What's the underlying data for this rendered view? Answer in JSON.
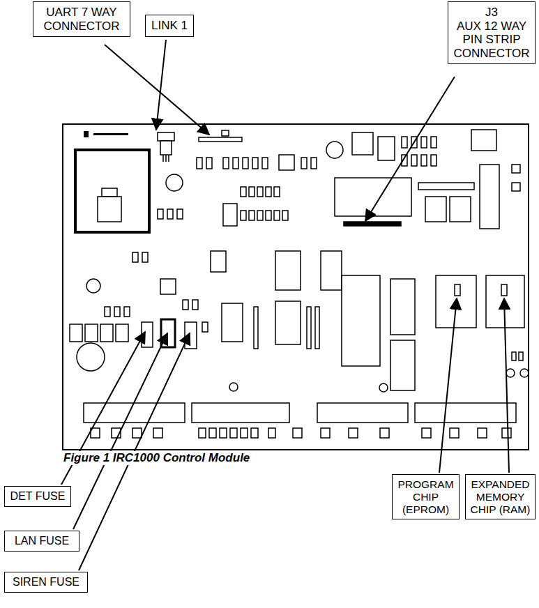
{
  "diagram": {
    "caption": "Figure 1 IRC1000 Control Module",
    "nodes": [
      {
        "text": [
          "UART 7 WAY CONNECTOR"
        ]
      },
      {
        "text": [
          "LINK 1"
        ]
      },
      {
        "text": [
          "J3",
          "AUX 12 WAY PIN STRIP CONNECTOR"
        ]
      },
      {
        "text": [
          "PROGRAM CHIP (EPROM)"
        ]
      },
      {
        "text": [
          "EXPANDED MEMORY CHIP (RAM)"
        ]
      },
      {
        "text": [
          "DET FUSE"
        ]
      },
      {
        "text": [
          "LAN FUSE"
        ]
      },
      {
        "text": [
          "SIREN FUSE"
        ]
      }
    ]
  }
}
